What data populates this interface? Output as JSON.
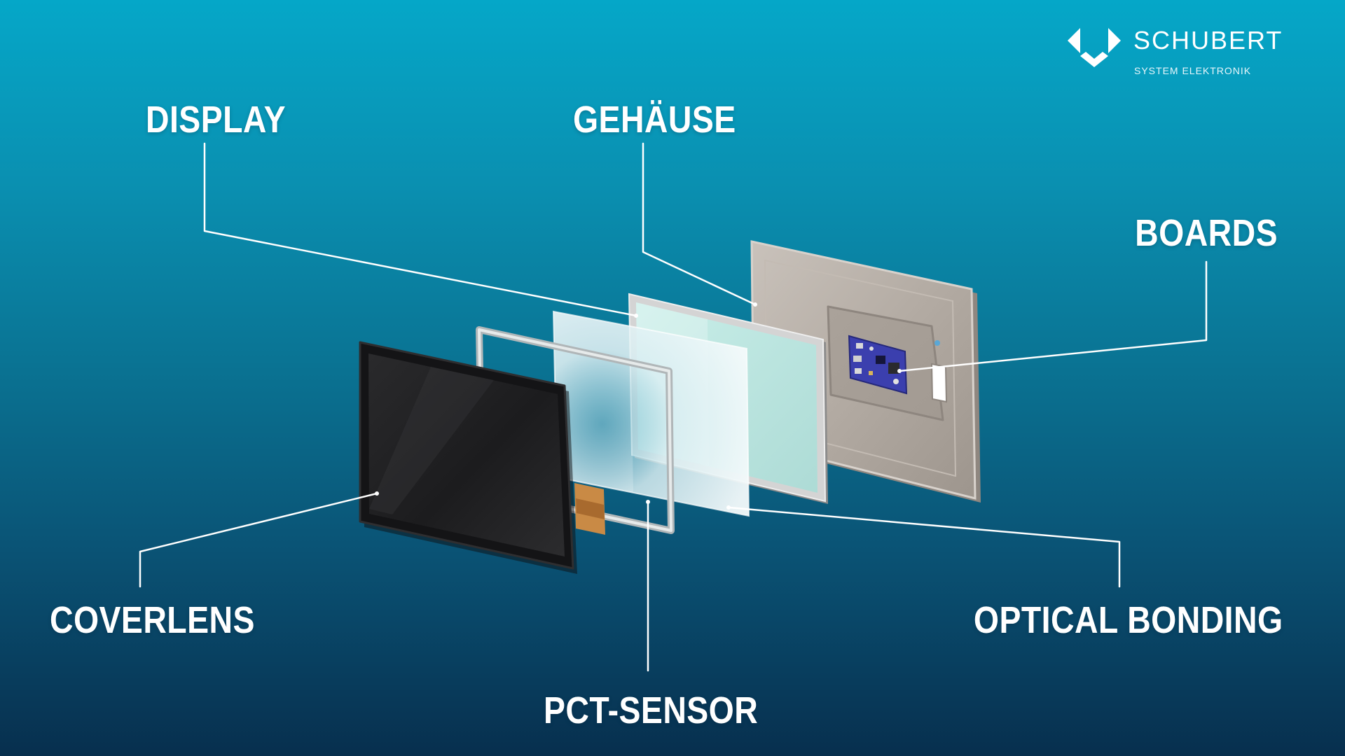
{
  "labels": {
    "display": "DISPLAY",
    "gehaeuse": "GEHÄUSE",
    "boards": "BOARDS",
    "coverlens": "COVERLENS",
    "pct_sensor": "PCT-SENSOR",
    "optical_bonding": "OPTICAL BONDING"
  },
  "logo": {
    "name": "SCHUBERT",
    "tagline": "SYSTEM ELEKTRONIK"
  },
  "colors": {
    "background_top": "#05a7c8",
    "background_bottom": "#072f4e",
    "label_text": "#ffffff",
    "leader_lines": "#ffffff",
    "housing": "#b4aca4",
    "board": "#3b3fae",
    "coverlens": "#1d1d1f",
    "flex_cable": "#c98a45"
  }
}
